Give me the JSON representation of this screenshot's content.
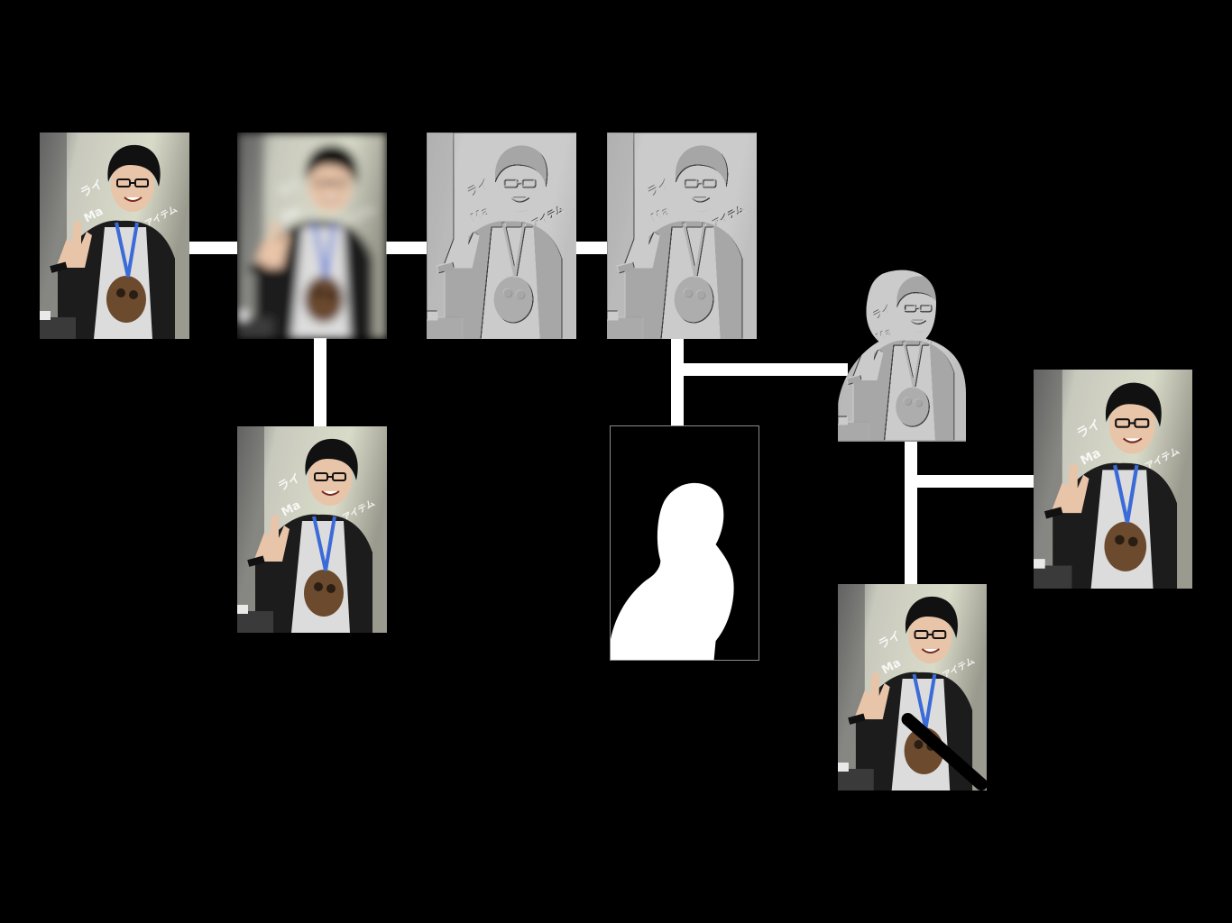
{
  "diagram": {
    "nodes": [
      {
        "id": "original",
        "kind": "photo"
      },
      {
        "id": "blurred",
        "kind": "photo-blurred"
      },
      {
        "id": "edge-1",
        "kind": "photo-embossed"
      },
      {
        "id": "edge-2",
        "kind": "photo-embossed"
      },
      {
        "id": "sharp-copy",
        "kind": "photo"
      },
      {
        "id": "mask",
        "kind": "silhouette-mask"
      },
      {
        "id": "masked-edge",
        "kind": "photo-embossed-cutout"
      },
      {
        "id": "result",
        "kind": "photo"
      },
      {
        "id": "result-streak",
        "kind": "photo-with-artifact"
      }
    ],
    "edges": [
      [
        "original",
        "blurred"
      ],
      [
        "blurred",
        "edge-1"
      ],
      [
        "edge-1",
        "edge-2"
      ],
      [
        "blurred",
        "sharp-copy"
      ],
      [
        "edge-2",
        "mask"
      ],
      [
        "edge-2",
        "masked-edge"
      ],
      [
        "masked-edge",
        "result"
      ],
      [
        "masked-edge",
        "result-streak"
      ]
    ],
    "colors": {
      "background": "#000000",
      "connector": "#ffffff",
      "emboss_gray": "#8d8d8d",
      "mask_fill": "#ffffff"
    }
  }
}
